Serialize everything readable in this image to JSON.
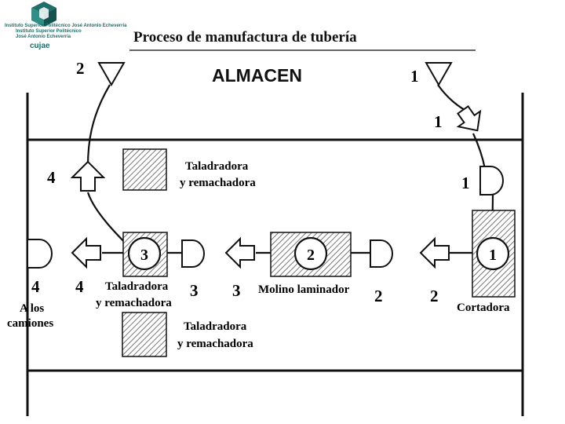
{
  "logo": {
    "lines": [
      "Instituto Superior Politécnico José Antonio Echeverría",
      "Instituto Superior Politécnico",
      "José Antonio Echeverría"
    ],
    "acronym": "cujae",
    "color": "#1f6e6a"
  },
  "title": "Proceso de manufactura de tubería",
  "almacen": "ALMACEN",
  "labels": {
    "tal_top_1": "Taladradora",
    "tal_top_2": "y remachadora",
    "tal_mid_1": "Taladradora",
    "tal_mid_2": "y remachadora",
    "tal_bot_1": "Taladradora",
    "tal_bot_2": "y remachadora",
    "molino": "Molino laminador",
    "cortadora": "Cortadora",
    "camiones_1": "A los",
    "camiones_2": "camiones"
  },
  "numbers": {
    "store2": "2",
    "store1": "1",
    "transport_top1": "1",
    "transport_left4": "4",
    "delay_right1": "1",
    "op_cortadora": "1",
    "op_molino": "2",
    "op_tal": "3",
    "b4a": "4",
    "b4b": "4",
    "b3a": "3",
    "b3b": "3",
    "b2a": "2",
    "b2b": "2"
  }
}
